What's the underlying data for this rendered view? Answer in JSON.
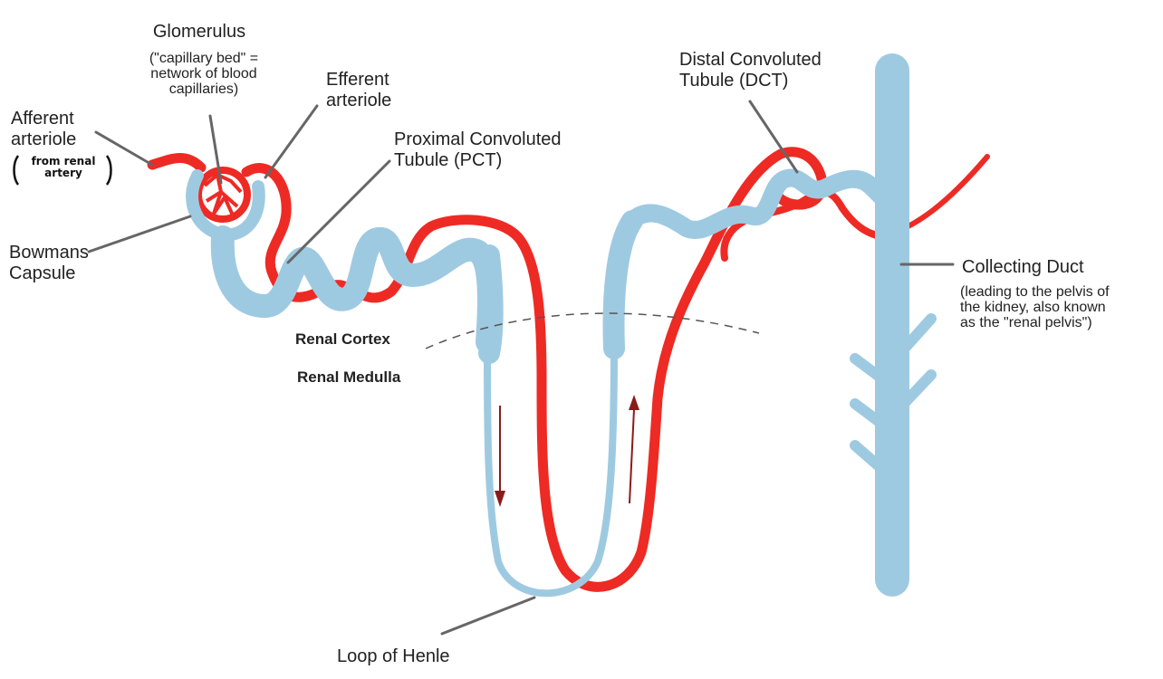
{
  "labels": {
    "glomerulus": {
      "title": "Glomerulus",
      "note_lines": [
        "(\"capillary bed\" =",
        "network of blood",
        "capillaries)"
      ]
    },
    "efferent": [
      "Efferent",
      "arteriole"
    ],
    "afferent": [
      "Afferent",
      "arteriole"
    ],
    "afferent_note": [
      "from renal",
      "artery"
    ],
    "bowmans": [
      "Bowmans",
      "Capsule"
    ],
    "pct": [
      "Proximal Convoluted",
      "Tubule (PCT)"
    ],
    "dct": [
      "Distal Convoluted",
      "Tubule (DCT)"
    ],
    "collecting": {
      "title": "Collecting Duct",
      "note_lines": [
        "(leading to the pelvis of",
        "the kidney, also known",
        "as the \"renal pelvis\")"
      ]
    },
    "renal_cortex": "Renal Cortex",
    "renal_medulla": "Renal Medulla",
    "loop_of_henle": "Loop of Henle"
  },
  "colors": {
    "tubule": "#9ecae1",
    "vessel": "#ee2a24",
    "arrow": "#8b1a1a",
    "leader": "#666666",
    "boundary": "#555555"
  }
}
